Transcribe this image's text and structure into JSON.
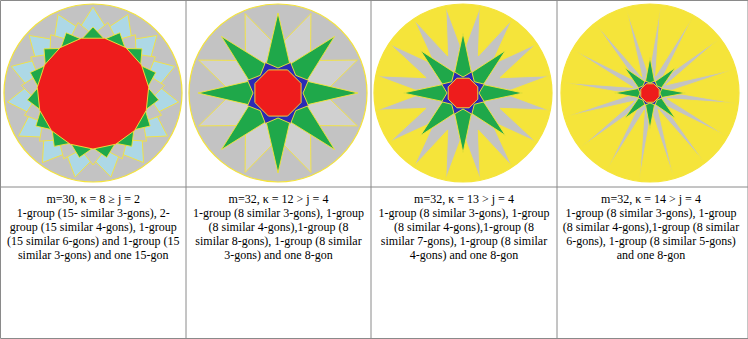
{
  "diagram": {
    "labels": [
      "m=30, κ = 8 ≥ j = 2",
      "1-group (15- similar 3-gons), 2-group (15 similar 4-gons), 1-group (15 similar 6-gons) and 1-group (15 similar 3-gons) and one 15-gon",
      "m=32, κ = 12 > j = 4",
      "1-group (8 similar 3-gons), 1-group (8 similar 4-gons),1-group (8 similar 8-gons), 1-group (8 similar 3-gons) and one 8-gon",
      "m=32, κ = 13 > j = 4",
      "1-group (8 similar 3-gons), 1-group (8 similar 4-gons),1-group (8 similar 7-gons), 1-group (8 similar 4-gons) and one 8-gon",
      "m=32, κ = 14 > j = 4",
      "1-group (8 similar 3-gons), 1-group (8 similar 4-gons),1-group (8 similar 6-gons), 1-group (8 similar 5-gons) and one 8-gon"
    ]
  }
}
